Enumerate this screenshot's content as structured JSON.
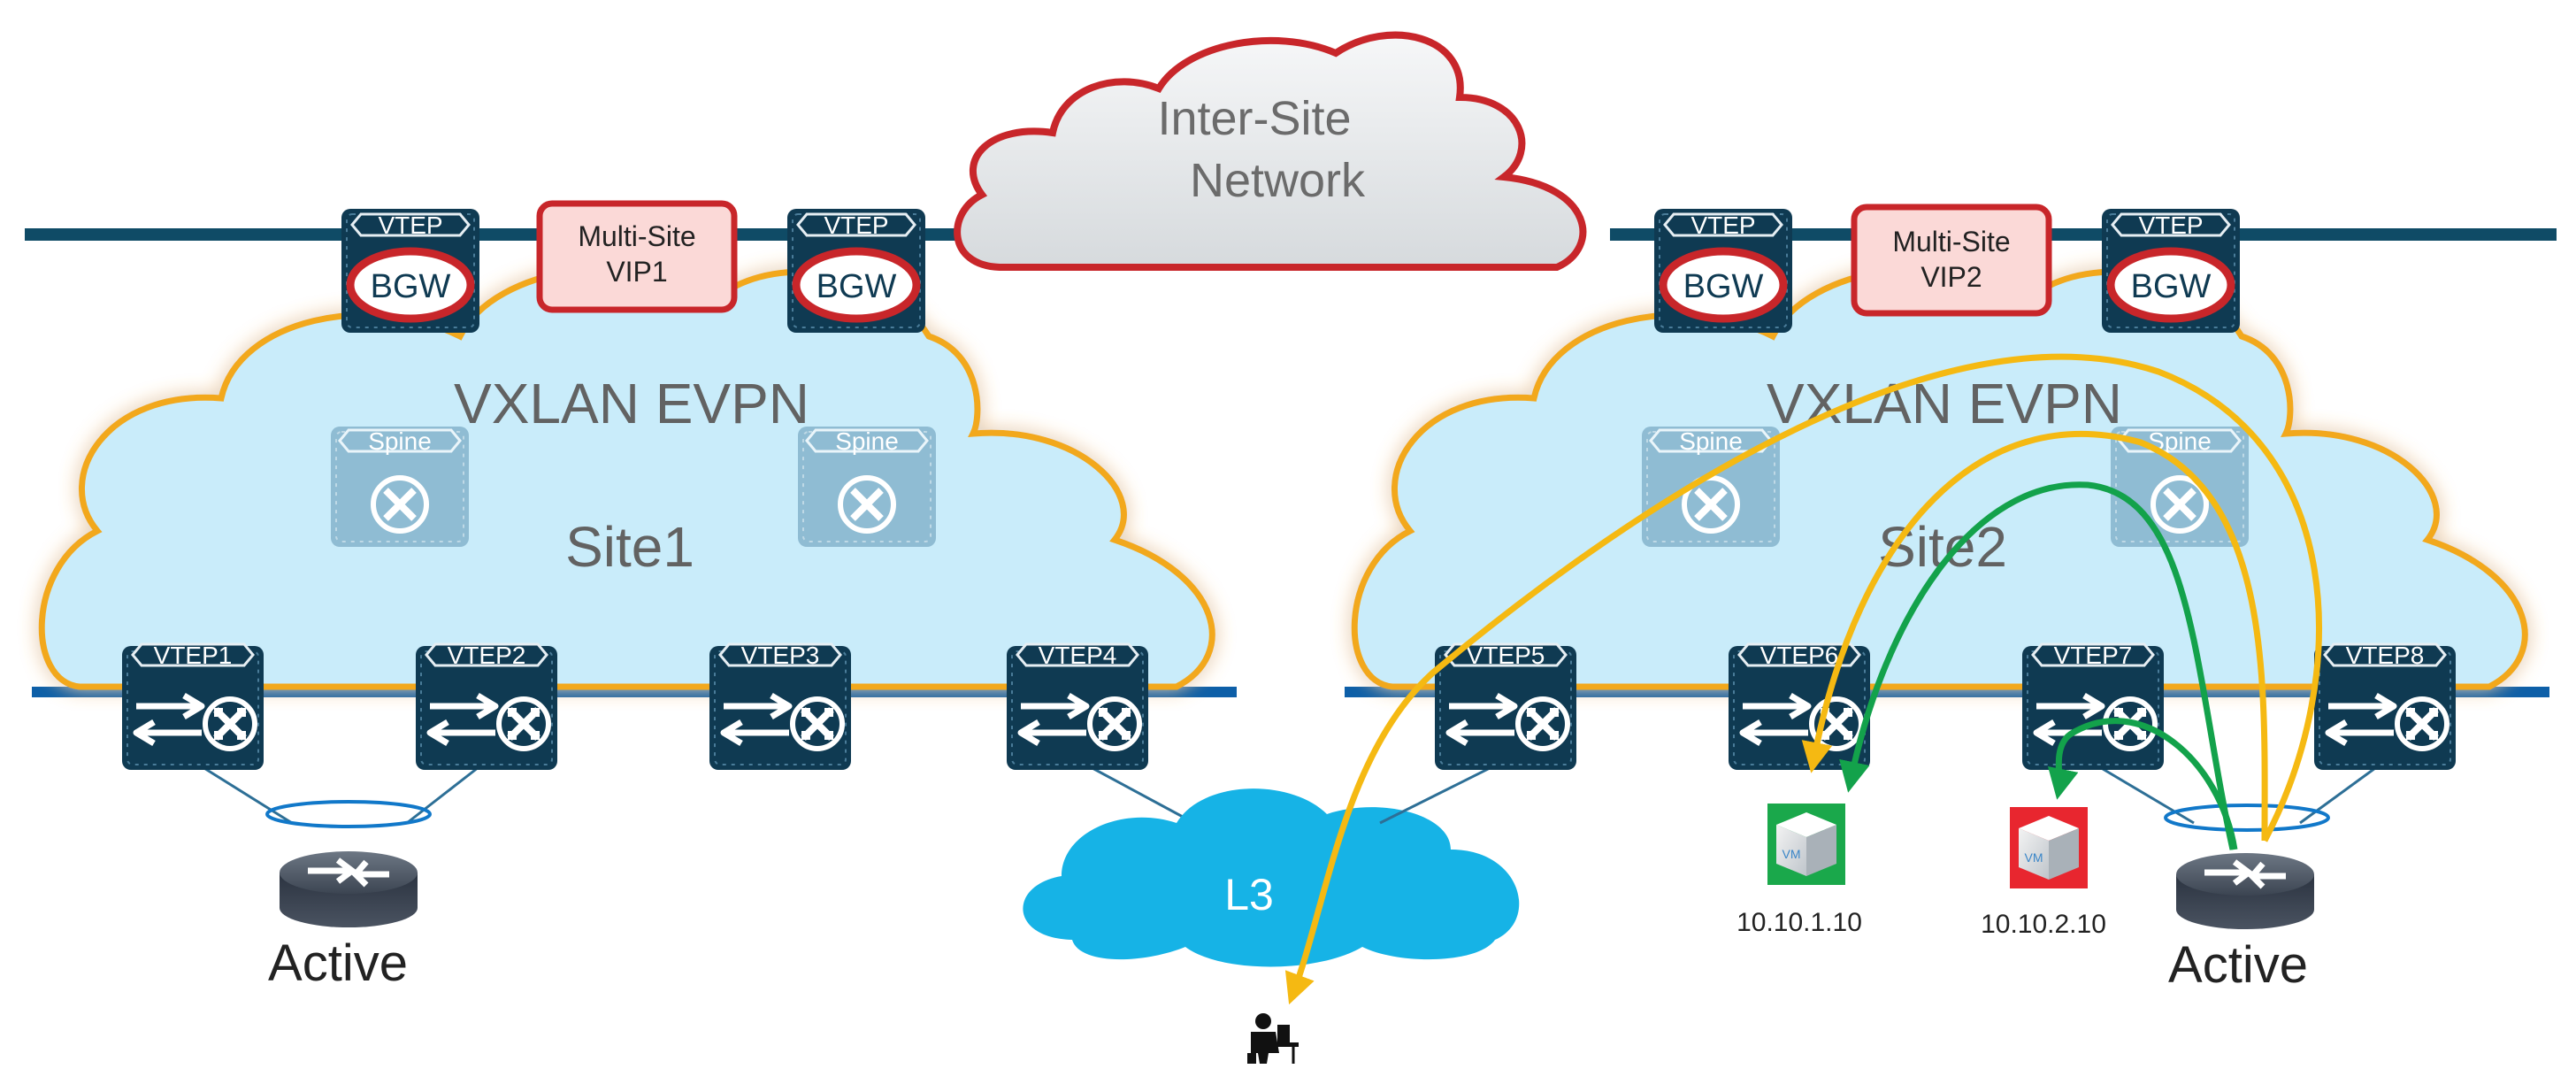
{
  "inter_site": {
    "line1": "Inter-Site",
    "line2": "Network"
  },
  "site1": {
    "fabric_label": "VXLAN EVPN",
    "site_label": "Site1",
    "vip": {
      "line1": "Multi-Site",
      "line2": "VIP1"
    },
    "bgw_left": {
      "top": "VTEP",
      "badge": "BGW"
    },
    "bgw_right": {
      "top": "VTEP",
      "badge": "BGW"
    },
    "spine_left": "Spine",
    "spine_right": "Spine",
    "leafs": [
      "VTEP1",
      "VTEP2",
      "VTEP3",
      "VTEP4"
    ],
    "router_label": "Active"
  },
  "site2": {
    "fabric_label": "VXLAN EVPN",
    "site_label": "Site2",
    "vip": {
      "line1": "Multi-Site",
      "line2": "VIP2"
    },
    "bgw_left": {
      "top": "VTEP",
      "badge": "BGW"
    },
    "bgw_right": {
      "top": "VTEP",
      "badge": "BGW"
    },
    "spine_left": "Spine",
    "spine_right": "Spine",
    "leafs": [
      "VTEP5",
      "VTEP6",
      "VTEP7",
      "VTEP8"
    ],
    "router_label": "Active",
    "vm1": {
      "badge": "VM",
      "ip": "10.10.1.10",
      "color": "#1aa84b"
    },
    "vm2": {
      "badge": "VM",
      "ip": "10.10.2.10",
      "color": "#e8262f"
    }
  },
  "l3_cloud": {
    "label": "L3"
  },
  "colors": {
    "fabric_cloud_fill": "#c9ecfa",
    "fabric_cloud_stroke": "#f2a81d",
    "backbone": "#0f4b66",
    "device": "#0f3a52",
    "red_outline": "#c8262a",
    "vip_fill": "#fbd9d7",
    "l3_cloud": "#16b3e6",
    "flow_yellow": "#f5b912",
    "flow_green": "#13a24b"
  }
}
